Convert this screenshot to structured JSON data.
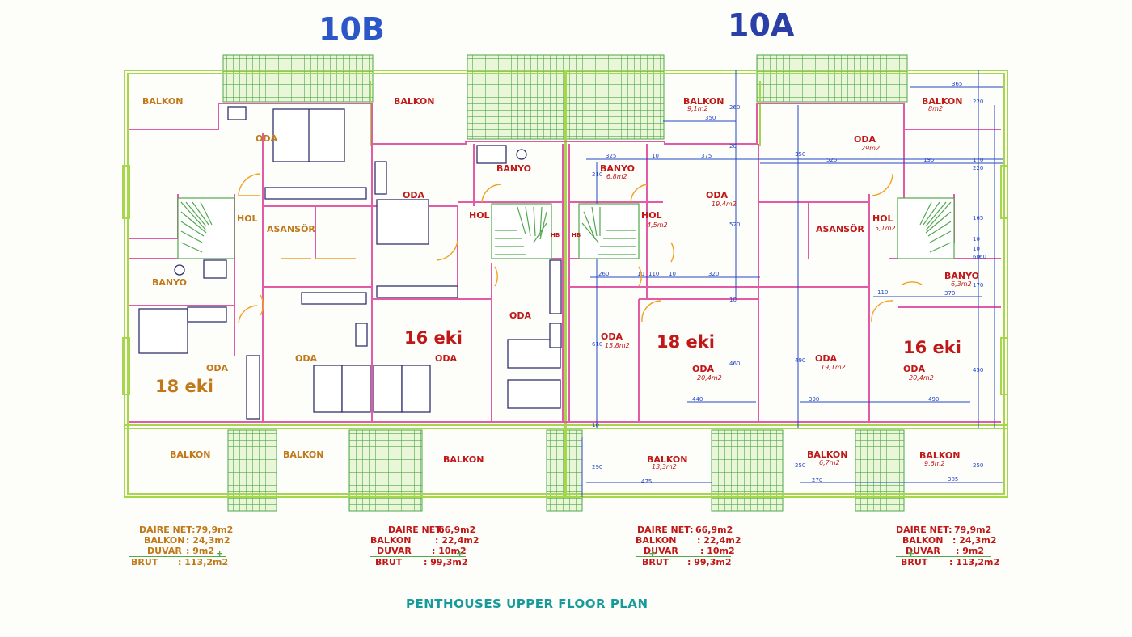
{
  "title": "PENTHOUSES UPPER FLOOR PLAN",
  "blocks": {
    "left": "10B",
    "right": "10A"
  },
  "colors": {
    "outer_wall": "#a6d64a",
    "inner_wall": "#e35aa7",
    "dim_line": "#2446c8",
    "furniture": "#32326e",
    "terrace": "#4fa84c",
    "label_red": "#c01818",
    "label_brown": "#c07818",
    "title_blue": "#2b57c8",
    "footer": "#169a9a"
  },
  "units": {
    "u1": {
      "sizes": "18 eki",
      "rooms": {
        "balkon_top": "BALKON",
        "oda_top": "ODA",
        "hol": "HOL",
        "asansor": "ASANSÖR",
        "banyo": "BANYO",
        "oda_main": "ODA",
        "oda_mid": "ODA",
        "balkon_b1": "BALKON",
        "balkon_b2": "BALKON"
      },
      "summary": {
        "net_label": "DAİRE NET:",
        "net": "79,9m2",
        "balkon_label": "BALKON",
        "balkon": ": 24,3m2",
        "duvar_label": "DUVAR",
        "duvar": ":  9m2",
        "plus": "+",
        "brut_label": "BRUT",
        "brut": ": 113,2m2"
      }
    },
    "u2": {
      "sizes": "16 eki",
      "rooms": {
        "balkon_top": "BALKON",
        "banyo": "BANYO",
        "oda_a": "ODA",
        "hol": "HOL",
        "hb": "HB",
        "oda_b": "ODA",
        "oda_main": "ODA",
        "balkon_b": "BALKON"
      },
      "summary": {
        "net_label": "DAİRE NET:",
        "net": "66,9m2",
        "balkon_label": "BALKON",
        "balkon": ": 22,4m2",
        "duvar_label": "DUVAR",
        "duvar": ": 10m2",
        "plus": "+",
        "brut_label": "BRUT",
        "brut": ": 99,3m2"
      }
    },
    "u3": {
      "sizes": "18 eki",
      "rooms": {
        "balkon_top": "BALKON",
        "balkon_top_area": "9,1m2",
        "banyo": "BANYO",
        "banyo_area": "6,8m2",
        "oda_a": "ODA",
        "oda_a_area": "19,4m2",
        "hol": "HOL",
        "hol_area": "4,5m2",
        "hb": "HB",
        "oda_b": "ODA",
        "oda_b_area": "15,8m2",
        "oda_main": "ODA",
        "oda_main_area": "20,4m2",
        "balkon_b": "BALKON",
        "balkon_b_area": "13,3m2"
      },
      "summary": {
        "net_label": "DAİRE NET:",
        "net": "66,9m2",
        "balkon_label": "BALKON",
        "balkon": ": 22,4m2",
        "duvar_label": "DUVAR",
        "duvar": ": 10m2",
        "plus": "+",
        "brut_label": "BRUT",
        "brut": ": 99,3m2"
      }
    },
    "u4": {
      "sizes": "16 eki",
      "rooms": {
        "balkon_top": "BALKON",
        "balkon_top_area": "8m2",
        "oda_top": "ODA",
        "oda_top_area": "29m2",
        "asansor": "ASANSÖR",
        "hol": "HOL",
        "hol_area": "5,1m2",
        "banyo": "BANYO",
        "banyo_area": "6,3m2",
        "oda_mid": "ODA",
        "oda_mid_area": "19,1m2",
        "oda_main": "ODA",
        "oda_main_area": "20,4m2",
        "balkon_b1": "BALKON",
        "balkon_b1_area": "6,7m2",
        "balkon_b2": "BALKON",
        "balkon_b2_area": "9,6m2"
      },
      "summary": {
        "net_label": "DAİRE NET:",
        "net": "79,9m2",
        "balkon_label": "BALKON",
        "balkon": ": 24,3m2",
        "duvar_label": "DUVAR",
        "duvar": ":  9m2",
        "plus": "+",
        "brut_label": "BRUT",
        "brut": ": 113,2m2"
      }
    }
  },
  "dimensions": [
    "365",
    "220",
    "260",
    "350",
    "325",
    "10",
    "375",
    "20",
    "210",
    "350",
    "525",
    "195",
    "170",
    "220",
    "165",
    "520",
    "10",
    "10",
    "20",
    "20",
    "10",
    "60",
    "60",
    "260",
    "10",
    "110",
    "10",
    "320",
    "10",
    "110",
    "370",
    "170",
    "610",
    "460",
    "440",
    "390",
    "490",
    "490",
    "450",
    "10",
    "290",
    "475",
    "250",
    "270",
    "385",
    "250"
  ]
}
